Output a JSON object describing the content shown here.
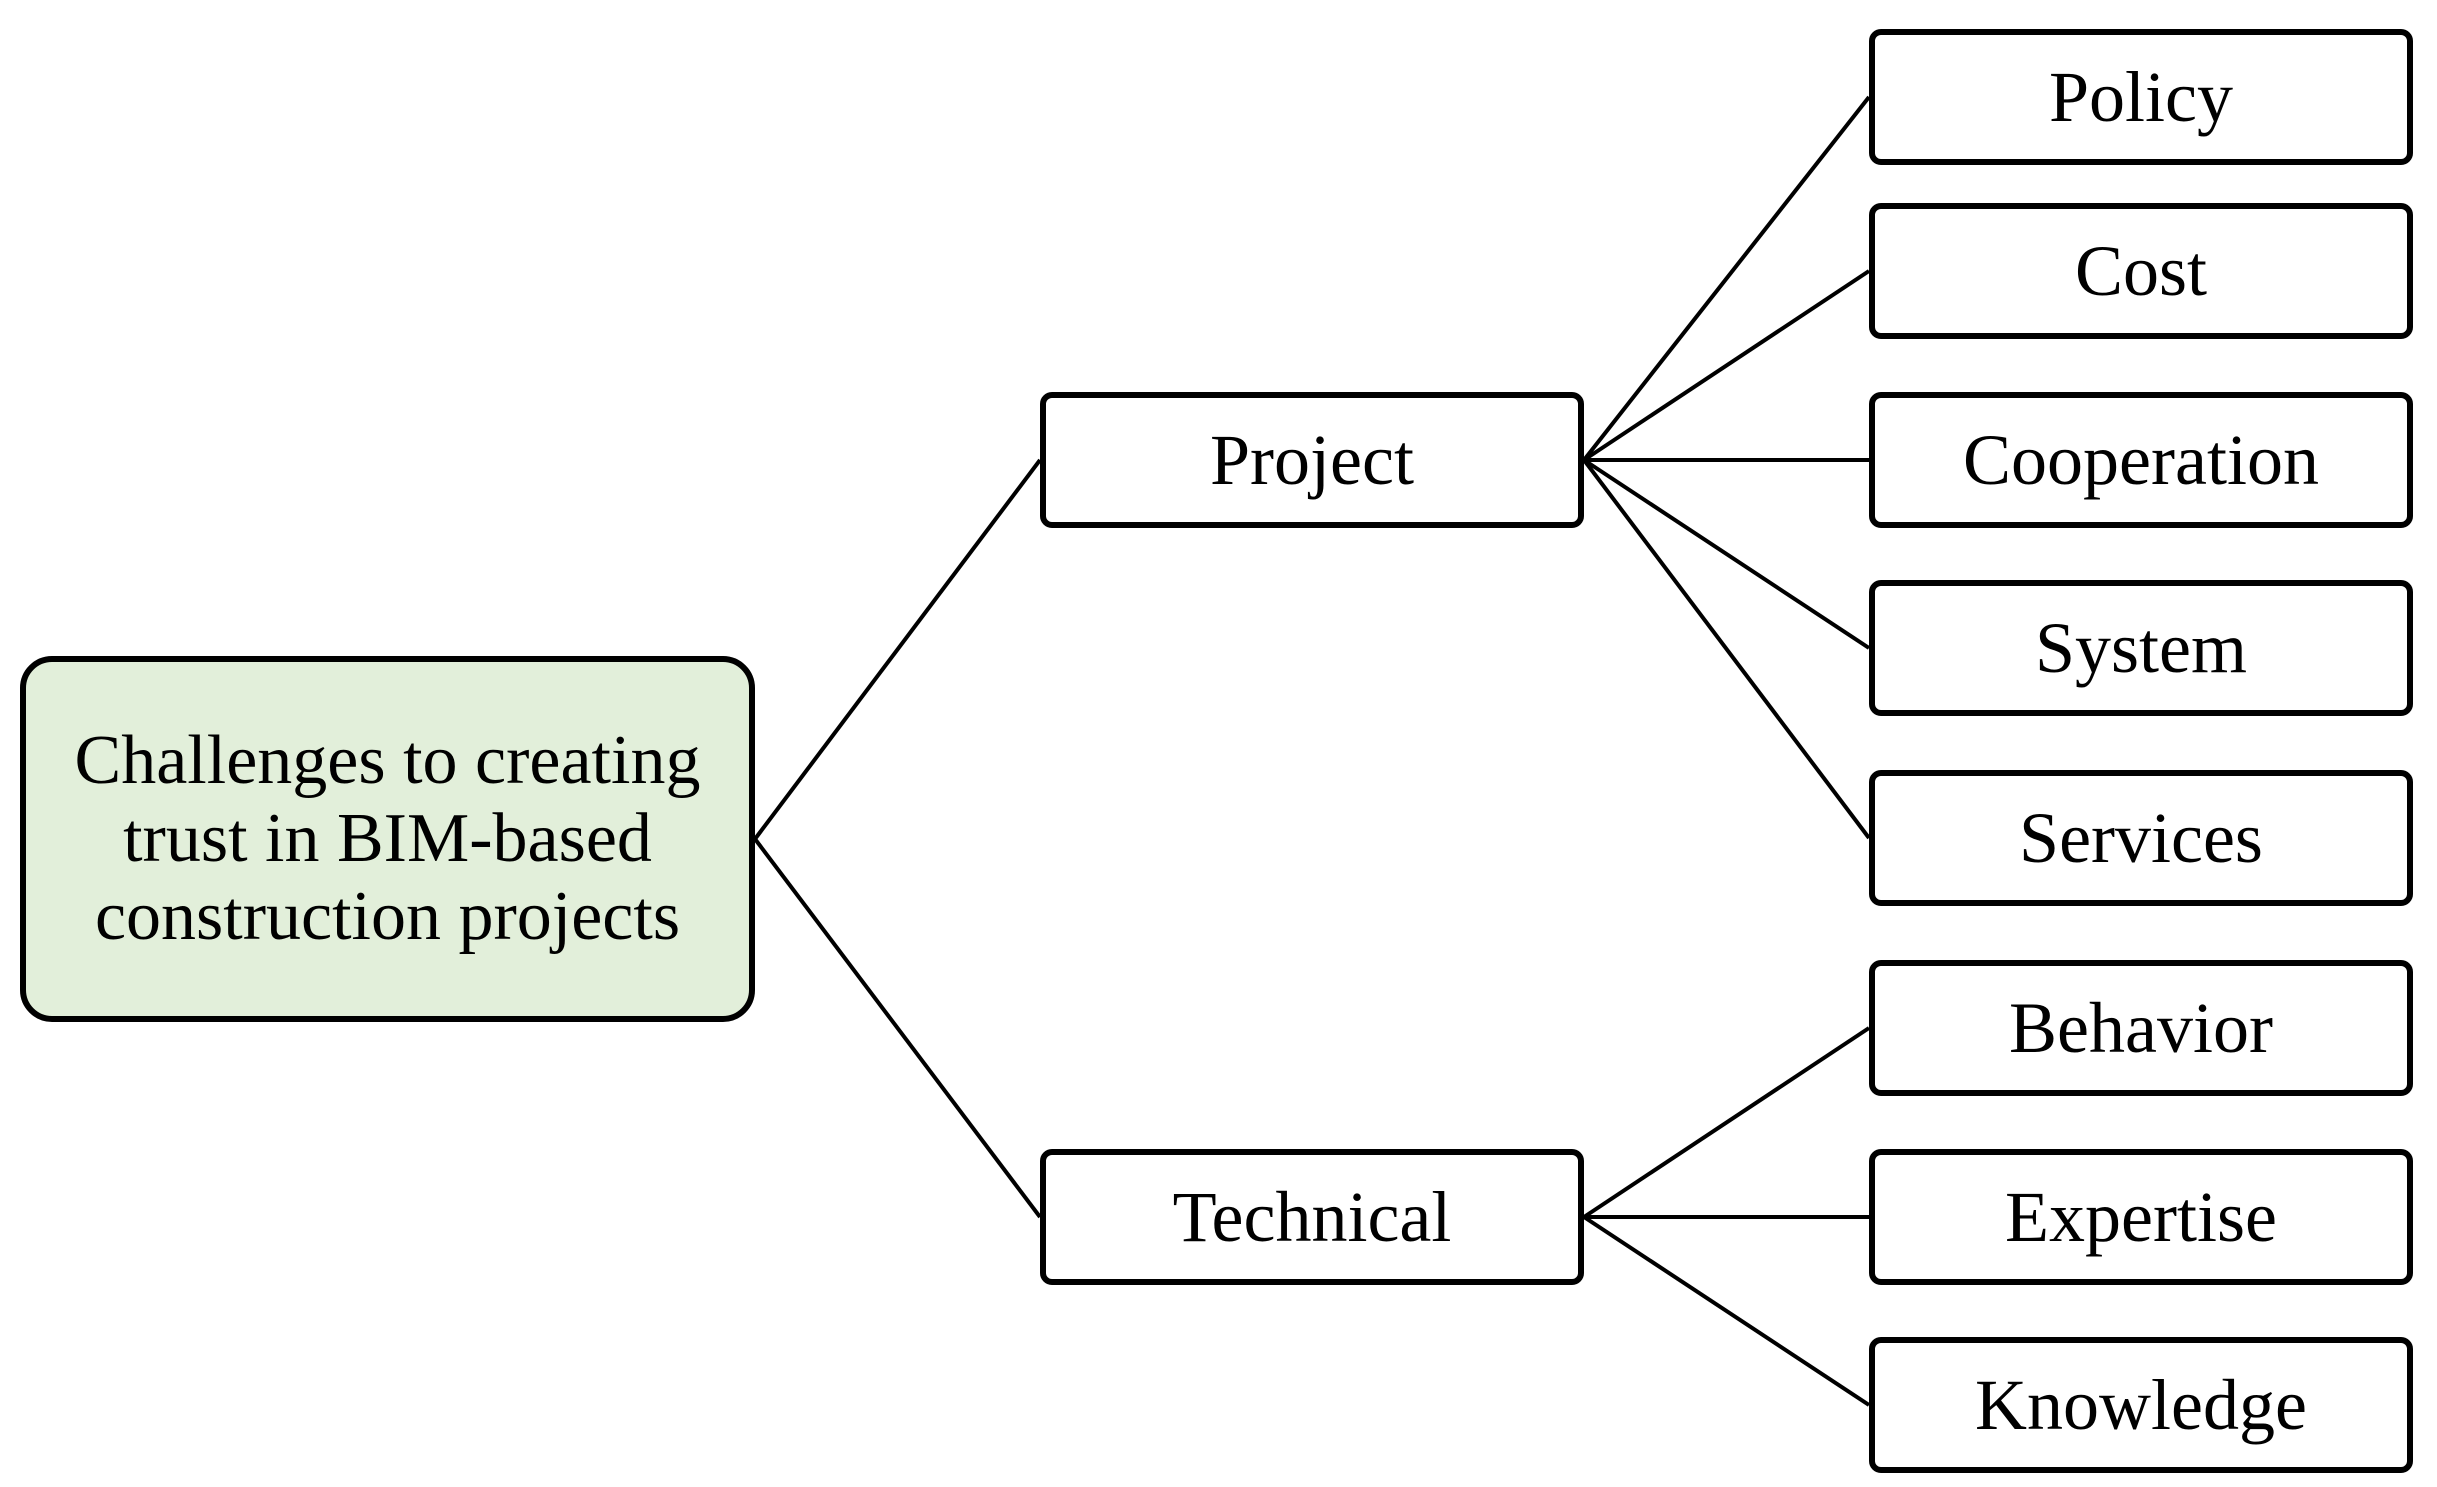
{
  "diagram": {
    "root": {
      "label": "Challenges to creating trust in BIM-based construction projects",
      "fill_color": "#e2efda"
    },
    "categories": [
      {
        "label": "Project",
        "children": [
          "Policy",
          "Cost",
          "Cooperation",
          "System",
          "Services"
        ]
      },
      {
        "label": "Technical",
        "children": [
          "Behavior",
          "Expertise",
          "Knowledge"
        ]
      }
    ]
  }
}
